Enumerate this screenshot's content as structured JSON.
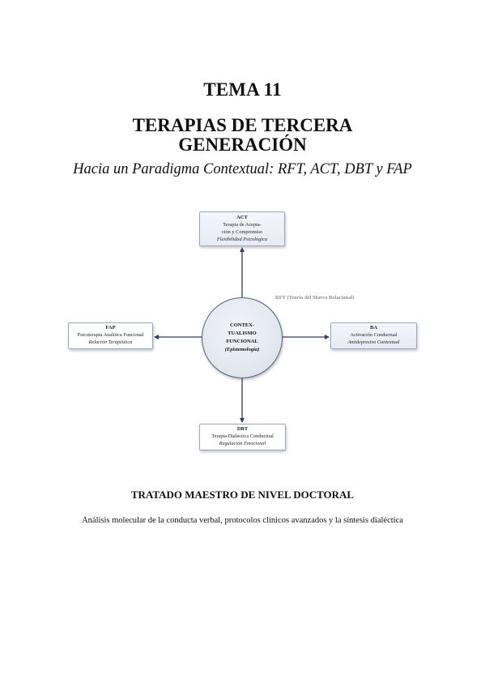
{
  "header": {
    "tema": "TEMA 11",
    "title_line1": "TERAPIAS DE TERCERA",
    "title_line2": "GENERACIÓN",
    "subtitle": "Hacia un Paradigma Contextual: RFT, ACT, DBT y FAP"
  },
  "diagram": {
    "center": {
      "line1": "CONTEX-",
      "line2": "TUALISMO",
      "line3": "FUNCIONAL",
      "line4": "(Epistemología)"
    },
    "rft_label": "RFT (Teoría del Marco Relacional)",
    "act": {
      "abbr": "ACT",
      "line1": "Terapia de Acepta-",
      "line2": "ción y Compromiso",
      "focus": "Flexibilidad Psicológica"
    },
    "fap": {
      "abbr": "FAP",
      "line1": "Psicoterapia Analítica Funcional",
      "focus": "Relación Terapéutica"
    },
    "ba": {
      "abbr": "BA",
      "line1": "Activación Conductual",
      "focus": "Antidepresivo Contextual"
    },
    "dbt": {
      "abbr": "DBT",
      "line1": "Terapia Dialéctica Conductual",
      "focus": "Regulación Emocional"
    },
    "colors": {
      "arrow": "#2f3e5a",
      "circle_border": "#556377",
      "box_border": "#9aa9c0",
      "rft_text": "#8a8f99"
    }
  },
  "footer": {
    "tratado": "TRATADO MAESTRO DE NIVEL DOCTORAL",
    "analisis": "Análisis molecular de la conducta verbal, protocolos clínicos avanzados y la síntesis dialéctica"
  }
}
